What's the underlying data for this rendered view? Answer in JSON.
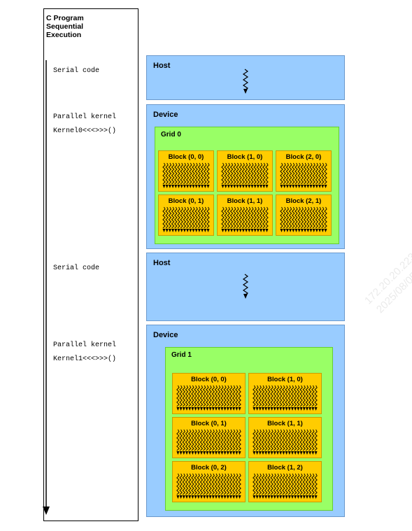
{
  "program": {
    "title_lines": [
      "C Program",
      "Sequential",
      "Execution"
    ]
  },
  "code_labels": {
    "serial_1": "Serial code",
    "parallel_1": "Parallel kernel",
    "kernel_1": "Kernel0<<<>>>()",
    "serial_2": "Serial code",
    "parallel_2": "Parallel kernel",
    "kernel_2": "Kernel1<<<>>>()"
  },
  "host_1": {
    "title": "Host"
  },
  "device_1": {
    "title": "Device",
    "grid": {
      "title": "Grid 0",
      "blocks": [
        "Block (0, 0)",
        "Block (1, 0)",
        "Block (2, 0)",
        "Block (0, 1)",
        "Block (1, 1)",
        "Block (2, 1)"
      ]
    }
  },
  "host_2": {
    "title": "Host"
  },
  "device_2": {
    "title": "Device",
    "grid": {
      "title": "Grid 1",
      "blocks": [
        "Block (0, 0)",
        "Block (1, 0)",
        "Block (0, 1)",
        "Block (1, 1)",
        "Block (0, 2)",
        "Block (1, 2)"
      ]
    }
  },
  "colors": {
    "host_fill": "#99ccff",
    "grid_fill": "#99ff66",
    "block_fill": "#ffcc00",
    "thread_color": "#000000"
  },
  "watermarks": [
    "172.20.20.223",
    "2025/08/05"
  ]
}
